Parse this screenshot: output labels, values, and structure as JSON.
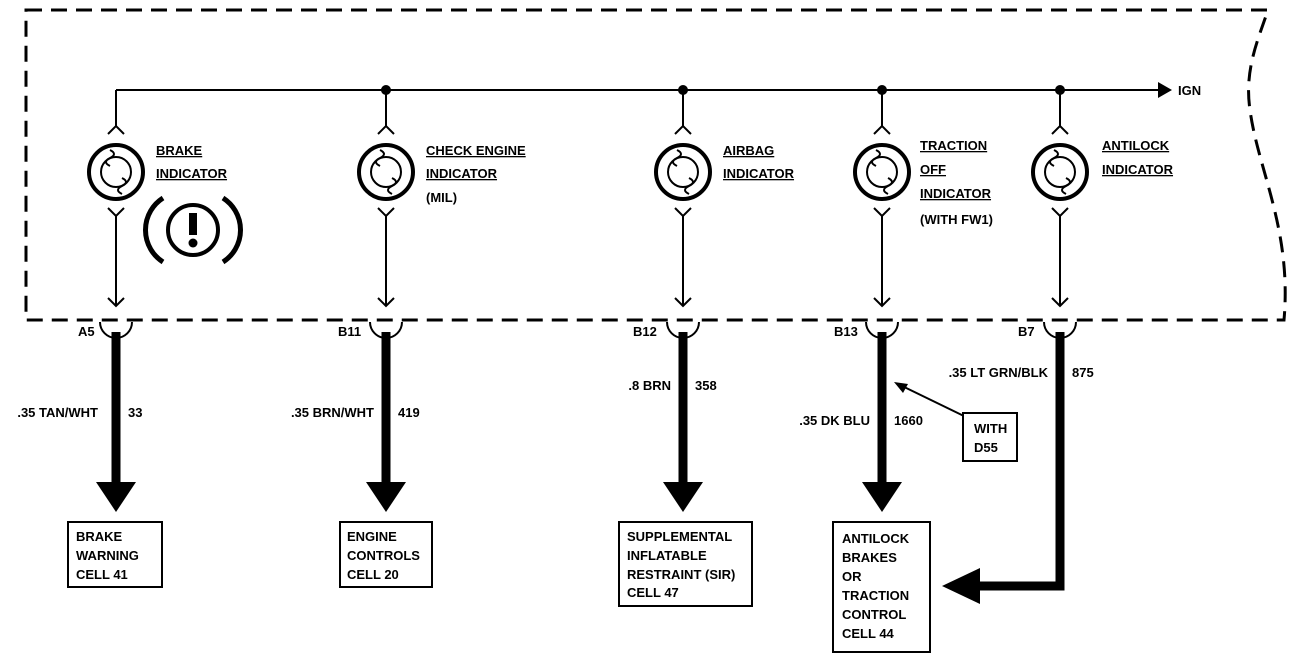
{
  "bus_label": "IGN",
  "indicators": [
    {
      "lines": [
        "BRAKE",
        "INDICATOR"
      ],
      "note": ""
    },
    {
      "lines": [
        "CHECK ENGINE",
        "INDICATOR"
      ],
      "note": "(MIL)"
    },
    {
      "lines": [
        "AIRBAG",
        "INDICATOR"
      ],
      "note": ""
    },
    {
      "lines": [
        "TRACTION",
        "OFF",
        "INDICATOR"
      ],
      "note": "(WITH FW1)"
    },
    {
      "lines": [
        "ANTILOCK",
        "INDICATOR"
      ],
      "note": ""
    }
  ],
  "brake_warning_symbol": "(!)",
  "connectors": [
    "A5",
    "B11",
    "B12",
    "B13",
    "B7"
  ],
  "wires": [
    {
      "color": ".35 TAN/WHT",
      "circuit": "33"
    },
    {
      "color": ".35 BRN/WHT",
      "circuit": "419"
    },
    {
      "color": ".8 BRN",
      "circuit": "358"
    },
    {
      "color": ".35 DK BLU",
      "circuit": "1660"
    },
    {
      "color": ".35 LT GRN/BLK",
      "circuit": "875"
    }
  ],
  "option_note": {
    "lines": [
      "WITH",
      "D55"
    ]
  },
  "destinations": [
    {
      "lines": [
        "BRAKE",
        "WARNING",
        "CELL 41"
      ]
    },
    {
      "lines": [
        "ENGINE",
        "CONTROLS",
        "CELL 20"
      ]
    },
    {
      "lines": [
        "SUPPLEMENTAL",
        "INFLATABLE",
        "RESTRAINT (SIR)",
        "CELL 47"
      ]
    },
    {
      "lines": [
        "ANTILOCK",
        "BRAKES",
        "OR",
        "TRACTION",
        "CONTROL",
        "CELL 44"
      ]
    }
  ]
}
